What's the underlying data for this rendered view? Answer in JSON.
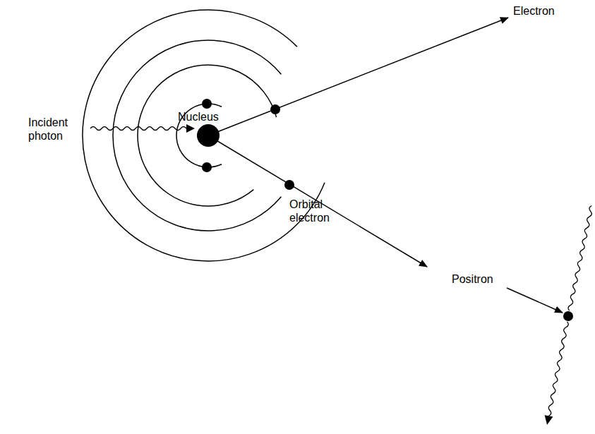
{
  "diagram": {
    "labels": [
      "Electron",
      "Incident photon",
      "Nucleus",
      "Orbital electron",
      "Positron"
    ]
  }
}
